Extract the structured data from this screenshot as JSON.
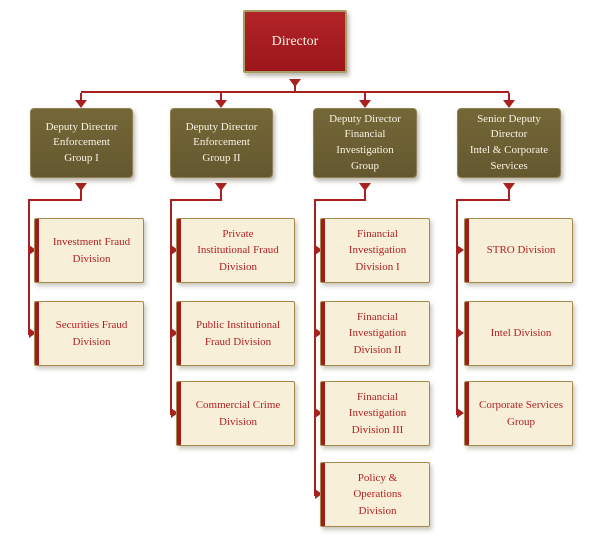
{
  "colors": {
    "director_bg_top": "#B22428",
    "director_bg_bottom": "#9B161A",
    "gold_border": "#A79E66",
    "deputy_bg_top": "#746737",
    "deputy_bg_bottom": "#645830",
    "deputy_border": "#8E7F55",
    "light_text": "#F8F3E4",
    "division_bg": "#F8EFD8",
    "division_border": "#A6894A",
    "division_text": "#B02125",
    "bar_red": "#9E1B1E",
    "line_red": "#A8201F"
  },
  "org_chart": {
    "director": {
      "label": "Director"
    },
    "groups": [
      {
        "deputy": {
          "lines": [
            "Deputy Director",
            "Enforcement",
            "Group I"
          ]
        },
        "divisions": [
          {
            "lines": [
              "Investment Fraud",
              "Division"
            ]
          },
          {
            "lines": [
              "Securities Fraud",
              "Division"
            ]
          }
        ]
      },
      {
        "deputy": {
          "lines": [
            "Deputy Director",
            "Enforcement",
            "Group II"
          ]
        },
        "divisions": [
          {
            "lines": [
              "Private",
              "Institutional Fraud",
              "Division"
            ]
          },
          {
            "lines": [
              "Public Institutional",
              "Fraud Division"
            ]
          },
          {
            "lines": [
              "Commercial Crime",
              "Division"
            ]
          }
        ]
      },
      {
        "deputy": {
          "lines": [
            "Deputy Director",
            "Financial",
            "Investigation",
            "Group"
          ]
        },
        "divisions": [
          {
            "lines": [
              "Financial",
              "Investigation",
              "Division I"
            ]
          },
          {
            "lines": [
              "Financial",
              "Investigation",
              "Division II"
            ]
          },
          {
            "lines": [
              "Financial",
              "Investigation",
              "Division III"
            ]
          },
          {
            "lines": [
              "Policy &",
              "Operations",
              "Division"
            ]
          }
        ]
      },
      {
        "deputy": {
          "lines": [
            "Senior Deputy",
            "Director",
            "Intel & Corporate",
            "Services"
          ]
        },
        "divisions": [
          {
            "lines": [
              "STRO Division"
            ]
          },
          {
            "lines": [
              "Intel Division"
            ]
          },
          {
            "lines": [
              "Corporate Services",
              "Group"
            ]
          }
        ]
      }
    ]
  }
}
